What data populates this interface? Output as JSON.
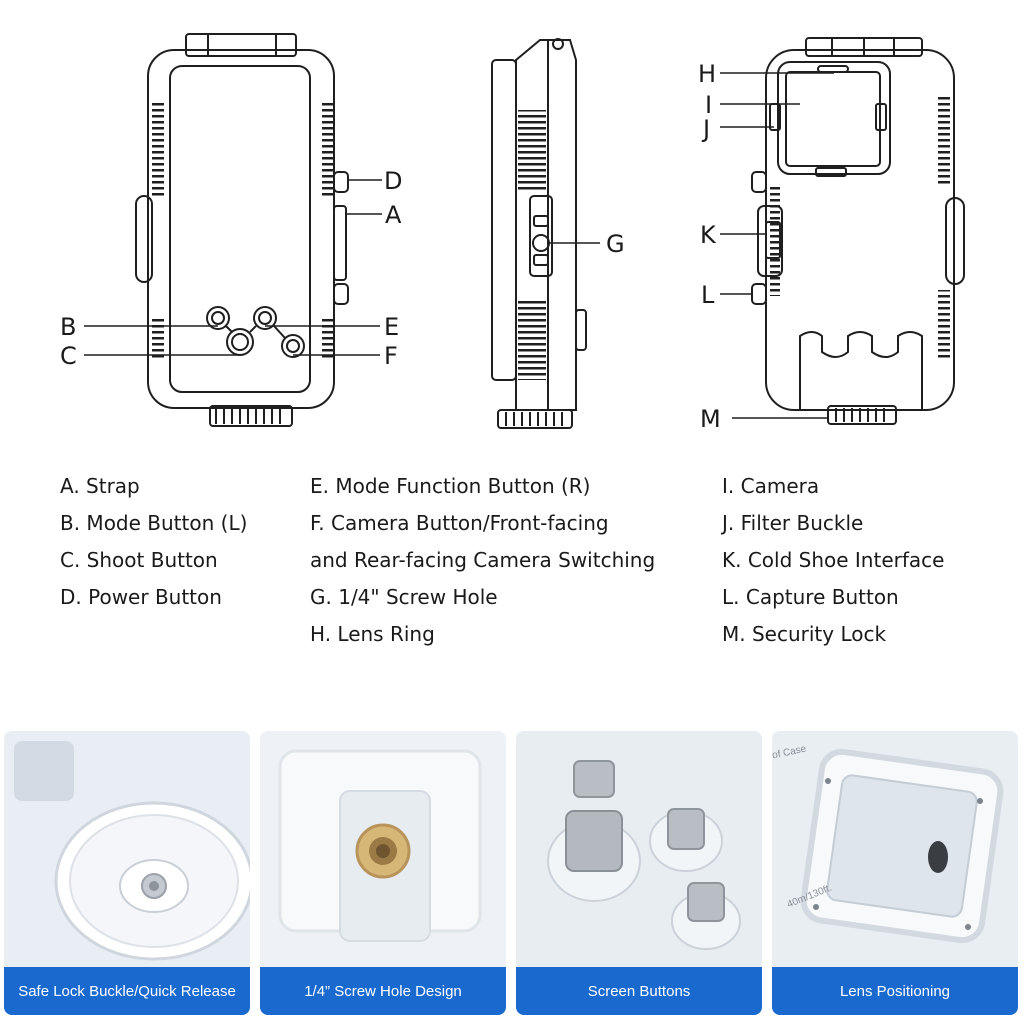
{
  "callouts": {
    "a": "A",
    "b": "B",
    "c": "C",
    "d": "D",
    "e": "E",
    "f": "F",
    "g": "G",
    "h": "H",
    "i": "I",
    "j": "J",
    "k": "K",
    "l": "L",
    "m": "M"
  },
  "legend": {
    "col1": [
      "A. Strap",
      "B. Mode Button (L)",
      "C. Shoot Button",
      "D. Power Button"
    ],
    "col2": [
      "E. Mode Function Button (R)",
      "F. Camera Button/Front-facing",
      "and Rear-facing Camera Switching",
      "G. 1/4\" Screw Hole",
      "H. Lens Ring"
    ],
    "col3": [
      "I. Camera",
      "J. Filter Buckle",
      "K. Cold Shoe Interface",
      "L. Capture Button",
      "M. Security Lock"
    ]
  },
  "panels": [
    {
      "caption": "Safe Lock Buckle/Quick Release"
    },
    {
      "caption": "1/4”  Screw Hole Design"
    },
    {
      "caption": "Screen Buttons"
    },
    {
      "caption": "Lens Positioning",
      "printed_text_1": "of Case",
      "printed_text_2": "40m/130ft."
    }
  ],
  "colors": {
    "caption_bg": "#1a69cf",
    "caption_text": "#ffffff",
    "line_art": "#1f1f1f"
  }
}
